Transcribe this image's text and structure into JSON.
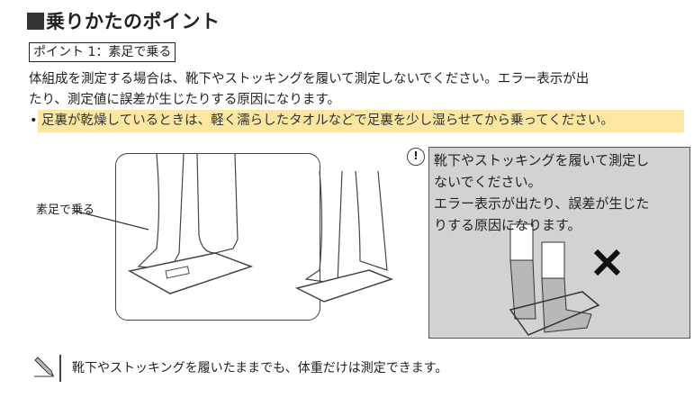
{
  "title": "乗りかたのポイント",
  "point_label": "ポイント 1：素足で乗る",
  "paragraph": [
    "体組成を測定する場合は、靴下やストッキングを履いて測定しないでください。エラー表示が出",
    "たり、測定値に誤差が生じたりする原因になります。"
  ],
  "bullet": "•",
  "highlight_tip": "足裏が乾燥しているときは、軽く濡らしたタオルなどで足裏を少し湿らせてから乗ってください。",
  "illustration_label": "素足で乗る",
  "warning": {
    "icon": "!",
    "lines": [
      "靴下やストッキングを履いて測定し",
      "ないでください。",
      "エラー表示が出たり、誤差が生じた",
      "りする原因になります。"
    ]
  },
  "note": "靴下やストッキングを履いたままでも、体重だけは測定できます。"
}
